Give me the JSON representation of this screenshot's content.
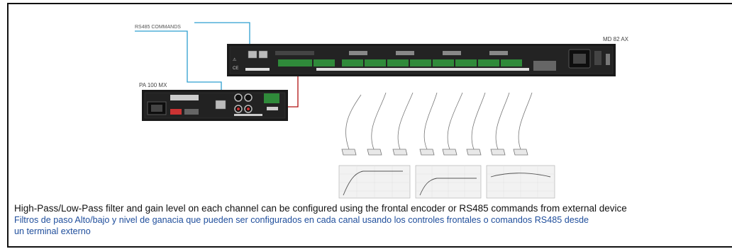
{
  "labels": {
    "rs485_commands": "RS485 COMMANDS",
    "pa_device": "PA 100 MX",
    "md_device": "MD 82 AX"
  },
  "caption": {
    "english": "High-Pass/Low-Pass filter and gain level on each channel can be configured using the frontal encoder or RS485 commands from external device",
    "spanish_line1": "Filtros de paso Alto/bajo y nivel de ganacia que pueden ser configurados en cada canal usando los controles frontales o  comandos RS485 desde",
    "spanish_line2": "un terminal externo"
  },
  "colors": {
    "rs485_cable": "#2e9fd0",
    "audio_cable": "#b01010",
    "terminal_green": "#2f8a3a",
    "device_body": "#1a1a1a"
  },
  "microphones": {
    "count": 8
  },
  "filter_curves": [
    "low-cut",
    "low-cut",
    "band-pass"
  ]
}
